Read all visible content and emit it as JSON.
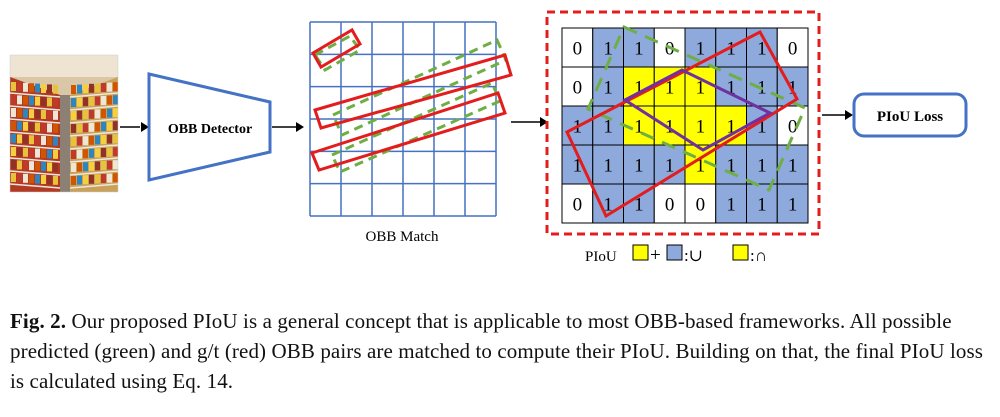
{
  "figure": {
    "detector_label": "OBB Detector",
    "match_label": "OBB Match",
    "loss_label": "PIoU Loss",
    "legend": {
      "piou_label": "PIoU",
      "plus": "+",
      "union_label": ":∪",
      "intersection_label": ":∩"
    },
    "grid_values": [
      [
        "0",
        "1",
        "1",
        "0",
        "1",
        "1",
        "1",
        "0"
      ],
      [
        "0",
        "1",
        "1",
        "1",
        "1",
        "1",
        "1",
        "1"
      ],
      [
        "1",
        "1",
        "1",
        "1",
        "1",
        "1",
        "1",
        "0"
      ],
      [
        "1",
        "1",
        "1",
        "1",
        "1",
        "1",
        "1",
        "1"
      ],
      [
        "0",
        "1",
        "1",
        "0",
        "0",
        "1",
        "1",
        "1"
      ]
    ],
    "cell_states": [
      [
        "w",
        "b",
        "b",
        "w",
        "b",
        "b",
        "b",
        "w"
      ],
      [
        "w",
        "b",
        "y",
        "y",
        "y",
        "b",
        "b",
        "b"
      ],
      [
        "b",
        "b",
        "y",
        "y",
        "y",
        "y",
        "b",
        "w"
      ],
      [
        "b",
        "b",
        "b",
        "b",
        "y",
        "b",
        "b",
        "b"
      ],
      [
        "w",
        "b",
        "b",
        "w",
        "w",
        "b",
        "b",
        "b"
      ]
    ],
    "colors": {
      "predicted": "#6fae45",
      "ground_truth": "#e31d1d",
      "grid_blue": "#4472c4",
      "union_fill": "#8ea9db",
      "intersection_fill": "#ffff00",
      "overlap_outline": "#7030a0"
    }
  },
  "caption": {
    "label": "Fig. 2.",
    "text": " Our proposed PIoU is a general concept that is applicable to most OBB-based frameworks. All possible predicted (green) and g/t (red) OBB pairs are matched to compute their PIoU. Building on that, the final PIoU loss is calculated using Eq. 14."
  }
}
